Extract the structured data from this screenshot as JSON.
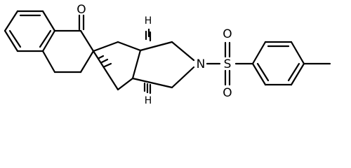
{
  "diagram": {
    "type": "chemical-structure",
    "atom_labels": {
      "carbonyl_oxygen": "O",
      "ring_nitrogen": "N",
      "sulfur": "S",
      "sulfonyl_oxygen_top": "O",
      "sulfonyl_oxygen_bottom": "O",
      "stereo_h_top": "H",
      "stereo_h_bottom": "H"
    },
    "colors": {
      "bond": "#000000",
      "background": "#ffffff"
    }
  }
}
